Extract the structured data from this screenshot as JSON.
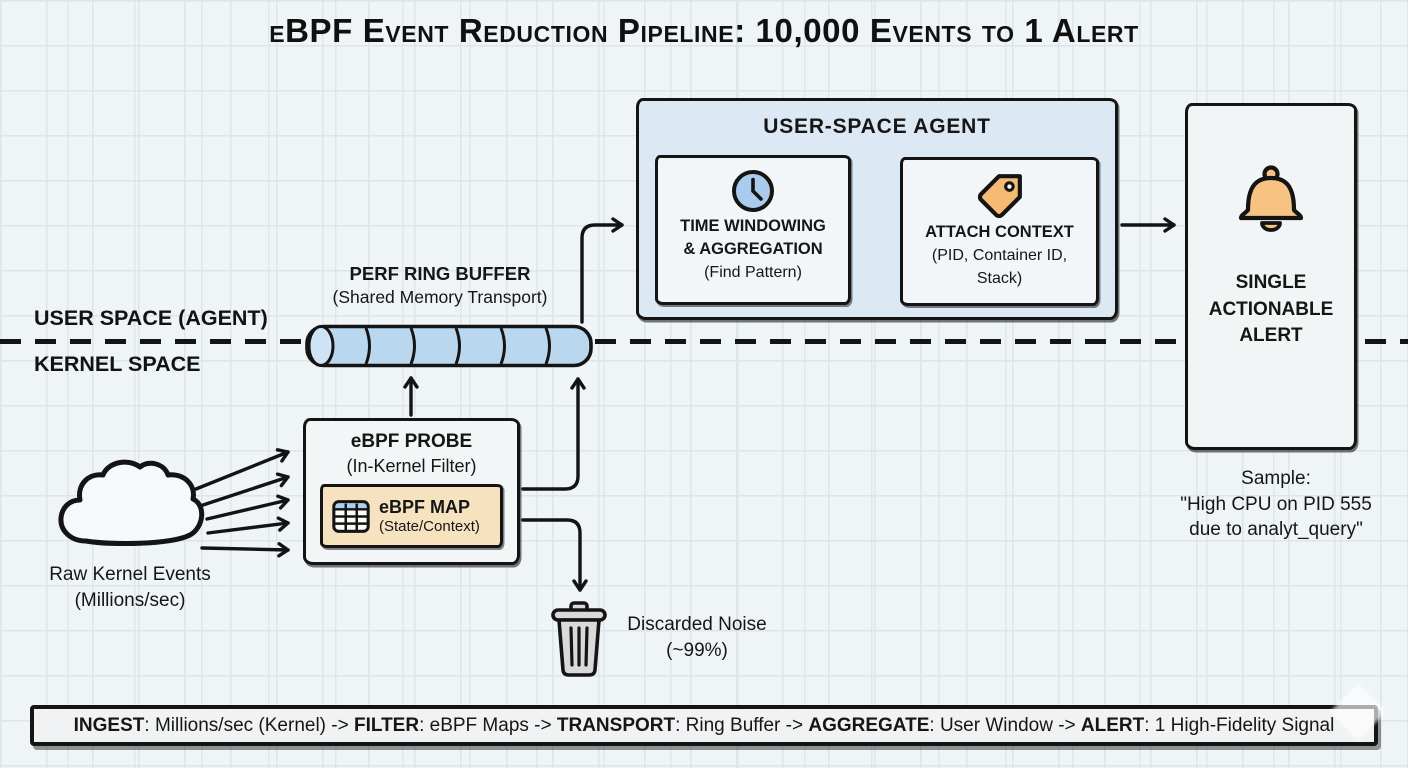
{
  "title": "eBPF Event Reduction Pipeline: 10,000 Events to 1 Alert",
  "colors": {
    "ink": "#141414",
    "background": "#eff4f6",
    "agent_bg": "#dce9f5",
    "buffer_fill": "#bad7f0",
    "clock_fill": "#a9ccee",
    "tag_fill": "#f6bb72",
    "bell_fill": "#f7c383",
    "map_bg": "#f7e2c0",
    "trash_fill": "#d9d9d9"
  },
  "divider": {
    "user_space_label": "USER SPACE (AGENT)",
    "kernel_space_label": "KERNEL SPACE"
  },
  "agent": {
    "title": "USER-SPACE AGENT",
    "windowing_box": {
      "icon": "clock-icon",
      "line1": "TIME WINDOWING",
      "line2": "& AGGREGATION",
      "line3": "(Find Pattern)"
    },
    "context_box": {
      "icon": "tag-icon",
      "line1": "ATTACH CONTEXT",
      "line2": "(PID, Container ID,",
      "line3": "Stack)"
    }
  },
  "alert": {
    "icon": "bell-icon",
    "line1": "SINGLE",
    "line2": "ACTIONABLE",
    "line3": "ALERT",
    "sample_line1": "Sample:",
    "sample_line2": "\"High CPU on PID 555",
    "sample_line3": "due to analyt_query\""
  },
  "ring_buffer": {
    "line1": "PERF RING BUFFER",
    "line2": "(Shared Memory Transport)",
    "segments": 6
  },
  "probe": {
    "line1": "eBPF PROBE",
    "line2": "(In-Kernel Filter)",
    "map": {
      "icon": "table-icon",
      "line1": "eBPF MAP",
      "line2": "(State/Context)"
    }
  },
  "source": {
    "icon": "cloud-icon",
    "line1": "Raw Kernel Events",
    "line2": "(Millions/sec)"
  },
  "discard": {
    "icon": "trash-icon",
    "line1": "Discarded Noise",
    "line2": "(~99%)"
  },
  "footer": {
    "parts": [
      {
        "bold": "INGEST",
        "text": ": Millions/sec (Kernel) -> "
      },
      {
        "bold": "FILTER",
        "text": ": eBPF Maps -> "
      },
      {
        "bold": "TRANSPORT",
        "text": ": Ring Buffer -> "
      },
      {
        "bold": "AGGREGATE",
        "text": ": User Window -> "
      },
      {
        "bold": "ALERT",
        "text": ": 1 High-Fidelity Signal"
      }
    ]
  }
}
